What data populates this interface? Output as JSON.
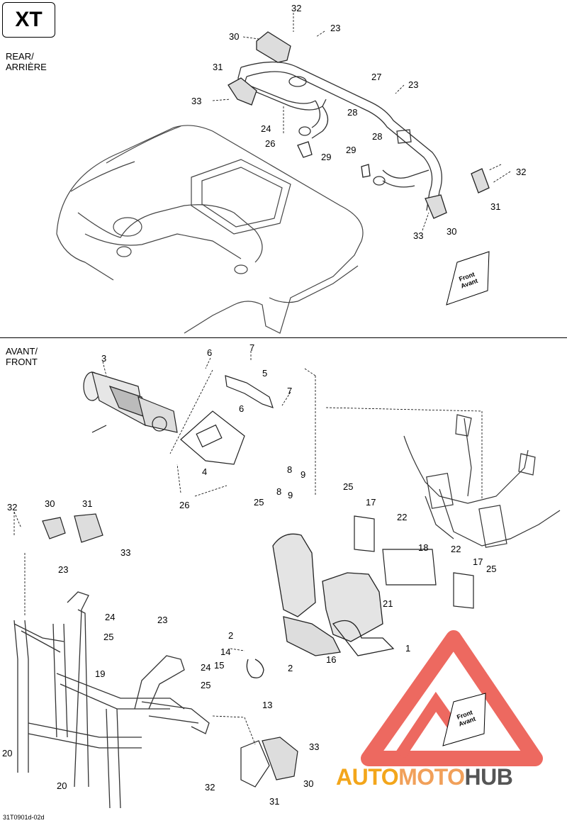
{
  "badge": "XT",
  "sections": {
    "rear_line1": "REAR/",
    "rear_line2": "ARRIÈRE",
    "front_line1": "AVANT/",
    "front_line2": "FRONT"
  },
  "front_arrow": {
    "line1": "Front",
    "line2": "Avant"
  },
  "figure_code": "31T0901d-02d",
  "watermark": {
    "part1": "AUTO",
    "part2": "MOTO",
    "part3": "HUB"
  },
  "colors": {
    "watermark_red": "#e8372b",
    "watermark_orange": "#f3a61b",
    "watermark_gray": "#555555"
  },
  "callouts_rear": [
    "32",
    "23",
    "30",
    "27",
    "23",
    "31",
    "33",
    "28",
    "24",
    "26",
    "29",
    "28",
    "29",
    "32",
    "31",
    "33",
    "30"
  ],
  "callouts_front": [
    "3",
    "6",
    "7",
    "5",
    "7",
    "6",
    "4",
    "8",
    "9",
    "8",
    "9",
    "25",
    "26",
    "25",
    "17",
    "22",
    "32",
    "30",
    "31",
    "33",
    "18",
    "22",
    "17",
    "25",
    "23",
    "21",
    "24",
    "25",
    "1",
    "23",
    "2",
    "14",
    "15",
    "2",
    "16",
    "24",
    "25",
    "13",
    "19",
    "33",
    "20",
    "30",
    "20",
    "32",
    "31"
  ]
}
